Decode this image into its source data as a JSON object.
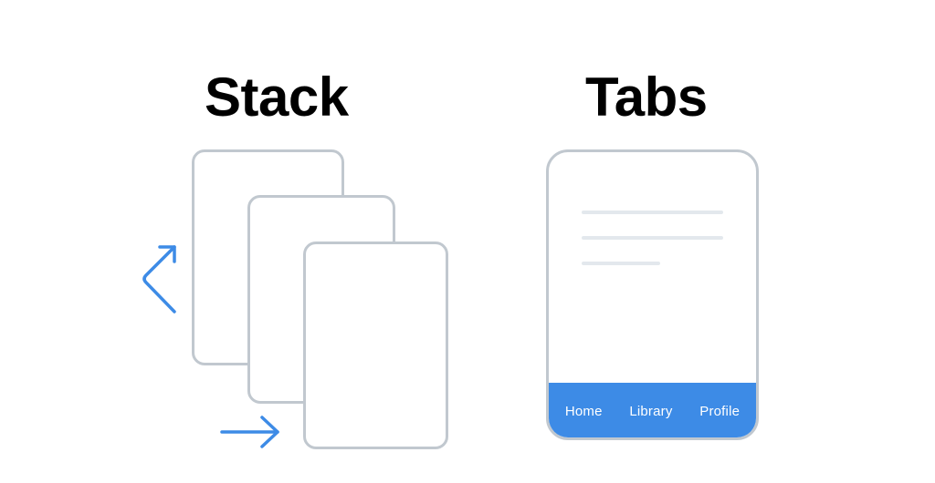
{
  "titles": {
    "stack": "Stack",
    "tabs": "Tabs"
  },
  "stack_diagram": {
    "cards": 3,
    "icons": [
      "back-arrow-icon",
      "forward-arrow-icon"
    ]
  },
  "tabs_diagram": {
    "content_lines": 3,
    "tab_bar": {
      "items": [
        {
          "label": "Home"
        },
        {
          "label": "Library"
        },
        {
          "label": "Profile"
        }
      ]
    }
  },
  "colors": {
    "accent": "#3d8be6",
    "outline": "#c1c8cf",
    "placeholder_line": "#e3e8ed",
    "title": "#000000"
  }
}
